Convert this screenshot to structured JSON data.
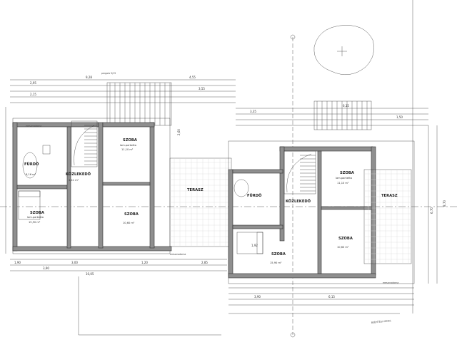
{
  "rooms": {
    "szoba_1_name": "SZOBA",
    "szoba_1_floor": "lam.parketta",
    "szoba_1_area": "11,10 m²",
    "furdo_1_name": "FÜRDŐ",
    "furdo_1_area": "8,16 m²",
    "kozlekedo_1_name": "KÖZLEKEDŐ",
    "kozlekedo_1_area": "4,41 m²",
    "terasz_1_name": "TERASZ",
    "szoba_2_name": "SZOBA",
    "szoba_2_area": "10,60 m²",
    "szoba_3_name": "SZOBA",
    "szoba_3_floor": "lam.parketta",
    "szoba_3_area": "15,90 m²",
    "furdo_2_name": "FÜRDŐ",
    "kozlekedo_2_name": "KÖZLEKEDŐ",
    "szoba_4_name": "SZOBA",
    "szoba_4_floor": "lam.parketta",
    "szoba_4_area": "11,10 m²",
    "terasz_2_name": "TERASZ",
    "szoba_5_name": "SZOBA",
    "szoba_5_area": "10,60 m²",
    "szoba_6_name": "SZOBA",
    "szoba_6_area": "15,90 m²"
  },
  "dimensions": {
    "top_a": "9,28",
    "top_b": "2,95",
    "top_c": "2,15",
    "top_d": "4,55",
    "top_e": "3,55",
    "top_f": "3,35",
    "top_g": "6,15",
    "top_h": "1,50",
    "left_a": "3,90",
    "left_b": "10,05",
    "bottom_a": "1,90",
    "bottom_b": "3,00",
    "bottom_c": "1,20",
    "bottom_d": "2,85",
    "bottom_e": "3,90",
    "bottom_f": "6,15",
    "right_a": "8,70",
    "right_b": "6,70",
    "mid_a": "2,60",
    "mid_b": "1,92",
    "label_ereszcsatorna": "ereszcsatorna",
    "label_beepitesi": "BEÉPÍTÉSI VONAL",
    "label_pergola": "pergola 5/15"
  }
}
